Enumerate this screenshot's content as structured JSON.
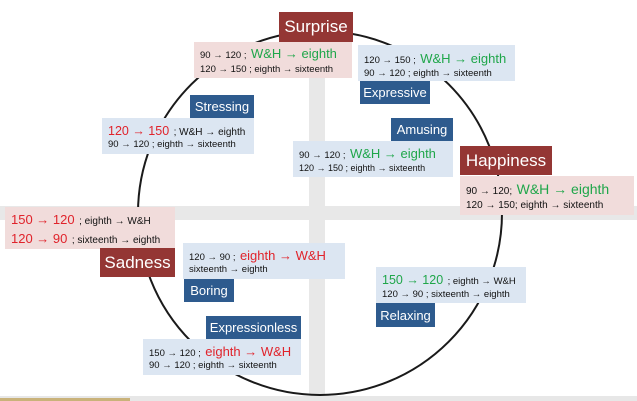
{
  "colors": {
    "emotion_title_bg": "#943634",
    "cluster_label_bg": "#2e5b8e",
    "pink_box_bg": "#f1dcdb",
    "blue_box_bg": "#dce6f2",
    "red_text": "#e0232b",
    "green_text": "#1fa64a",
    "circle_stroke": "#1a1a1a",
    "axis_gray": "#e8e8e8"
  },
  "emotions": {
    "surprise": "Surprise",
    "happiness": "Happiness",
    "sadness": "Sadness"
  },
  "labels": {
    "stressing": "Stressing",
    "expressive": "Expressive",
    "amusing": "Amusing",
    "boring": "Boring",
    "relaxing": "Relaxing",
    "expressionless": "Expressionless"
  },
  "rules": {
    "surprise": {
      "l1a": "90 → 120 ;",
      "l1b": "W&H → eighth",
      "l2": "120 → 150 ; eighth → sixteenth"
    },
    "expressive": {
      "l1a": "120 → 150 ;",
      "l1b": "W&H → eighth",
      "l2": "90 → 120 ; eighth → sixteenth"
    },
    "stressing": {
      "l1a": "120 → 150",
      "l1b": "; W&H → eighth",
      "l2": "90 → 120 ; eighth → sixteenth"
    },
    "amusing": {
      "l1a": "90 → 120 ;",
      "l1b": "W&H → eighth",
      "l2": "120 → 150 ; eighth → sixteenth"
    },
    "happiness": {
      "l1a": "90 → 120;",
      "l1b": "W&H → eighth",
      "l2": "120 → 150; eighth → sixteenth"
    },
    "sadness": {
      "l1a": "150 → 120",
      "l1b": "; eighth → W&H",
      "l2a": "120 → 90",
      "l2b": "; sixteenth → eighth"
    },
    "boring": {
      "l1a": "120 → 90 ;",
      "l1b": "eighth → W&H",
      "l2": "sixteenth → eighth"
    },
    "relaxing": {
      "l1a": "150 → 120",
      "l1b": "; eighth → W&H",
      "l2": "120 → 90 ; sixteenth → eighth"
    },
    "expressionless": {
      "l1a": "150 → 120 ;",
      "l1b": "eighth → W&H",
      "l2": "90 → 120 ; eighth → sixteenth"
    }
  }
}
